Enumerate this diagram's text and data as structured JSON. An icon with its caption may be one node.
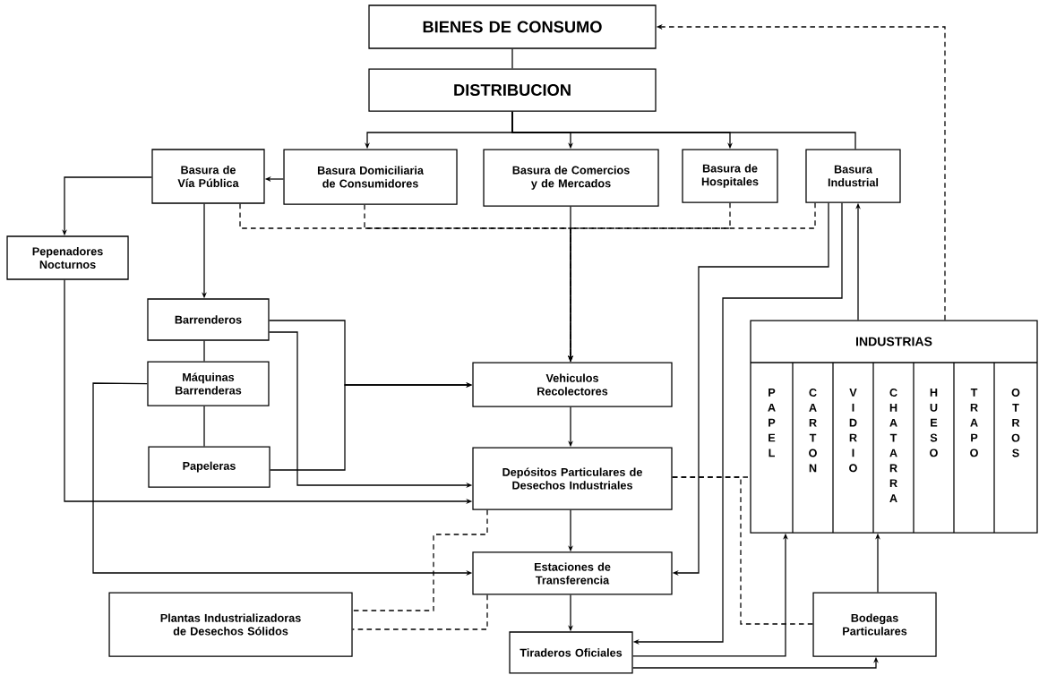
{
  "diagram": {
    "nodes": [
      {
        "text": [
          "BIENES DE CONSUMO"
        ]
      },
      {
        "text": [
          "DISTRIBUCION"
        ]
      },
      {
        "text": [
          "Basura de Vía Pública"
        ]
      },
      {
        "text": [
          "Basura Domiciliaria de Consumidores"
        ]
      },
      {
        "text": [
          "Basura de Comercios y de Mercados"
        ]
      },
      {
        "text": [
          "Basura de Hospitales"
        ]
      },
      {
        "text": [
          "Basura Industrial"
        ]
      },
      {
        "text": [
          "Pepenadores Nocturnos"
        ]
      },
      {
        "text": [
          "Barrenderos"
        ]
      },
      {
        "text": [
          "Máquinas Barrenderas"
        ]
      },
      {
        "text": [
          "Papeleras"
        ]
      },
      {
        "text": [
          "Vehiculos Recolectores"
        ]
      },
      {
        "text": [
          "Depósitos Particulares de Desechos Industriales"
        ]
      },
      {
        "text": [
          "Estaciones de Transferencia"
        ]
      },
      {
        "text": [
          "Plantas Industrializadoras de Desechos Sólidos"
        ]
      },
      {
        "text": [
          "Tiraderos Oficiales"
        ]
      },
      {
        "text": [
          "INDUSTRIAS"
        ]
      },
      {
        "text": [
          "PAPEL"
        ],
        "in": 16
      },
      {
        "text": [
          "CARTON"
        ],
        "in": 16
      },
      {
        "text": [
          "VIDRIO"
        ],
        "in": 16
      },
      {
        "text": [
          "CHATARRA"
        ],
        "in": 16
      },
      {
        "text": [
          "HUESO"
        ],
        "in": 16
      },
      {
        "text": [
          "TR APO"
        ],
        "in": 16
      },
      {
        "text": [
          "OTROS"
        ],
        "in": 16
      },
      {
        "text": [
          "Bodegas Particulares"
        ]
      }
    ],
    "edges": [
      {
        "from": 0,
        "to": 1,
        "arrow": "none"
      },
      {
        "from": 1,
        "to": 3,
        "arrow": "to"
      },
      {
        "from": 1,
        "to": 4,
        "arrow": "to"
      },
      {
        "from": 1,
        "to": 5,
        "arrow": "to"
      },
      {
        "from": 1,
        "to": 6,
        "arrow": "none"
      },
      {
        "from": 3,
        "to": 2,
        "arrow": "to"
      },
      {
        "from": 2,
        "to": 7,
        "arrow": "to"
      },
      {
        "from": 2,
        "to": 8,
        "arrow": "to"
      },
      {
        "from": 2,
        "to": 11,
        "arrow": "to",
        "style": "dashed"
      },
      {
        "from": 3,
        "to": 11,
        "arrow": "to",
        "style": "dashed"
      },
      {
        "from": 4,
        "to": 11,
        "arrow": "to"
      },
      {
        "from": 5,
        "to": 11,
        "arrow": "to",
        "style": "dashed"
      },
      {
        "from": 6,
        "to": 11,
        "arrow": "to",
        "style": "dashed"
      },
      {
        "from": 6,
        "to": 13,
        "arrow": "to"
      },
      {
        "from": 6,
        "to": 15,
        "arrow": "to"
      },
      {
        "from": 16,
        "to": 6,
        "arrow": "to"
      },
      {
        "from": 16,
        "to": 0,
        "arrow": "to",
        "style": "dashed"
      },
      {
        "from": 8,
        "to": 9,
        "arrow": "none"
      },
      {
        "from": 9,
        "to": 10,
        "arrow": "none"
      },
      {
        "from": 8,
        "to": 11,
        "arrow": "to"
      },
      {
        "from": 10,
        "to": 11,
        "arrow": "to"
      },
      {
        "from": 8,
        "to": 12,
        "arrow": "to"
      },
      {
        "from": 7,
        "to": 12,
        "arrow": "to"
      },
      {
        "from": 9,
        "to": 13,
        "arrow": "to"
      },
      {
        "from": 11,
        "to": 12,
        "arrow": "to"
      },
      {
        "from": 12,
        "to": 13,
        "arrow": "to"
      },
      {
        "from": 13,
        "to": 15,
        "arrow": "to"
      },
      {
        "from": 12,
        "to": 14,
        "arrow": "none",
        "style": "dashed"
      },
      {
        "from": 13,
        "to": 14,
        "arrow": "none",
        "style": "dashed"
      },
      {
        "from": 12,
        "to": 16,
        "arrow": "none",
        "style": "dashed"
      },
      {
        "from": 24,
        "to": 12,
        "arrow": "none",
        "style": "dashed"
      },
      {
        "from": 15,
        "to": 16,
        "arrow": "to"
      },
      {
        "from": 24,
        "to": 16,
        "arrow": "to"
      },
      {
        "from": 15,
        "to": 24,
        "arrow": "to"
      }
    ]
  }
}
